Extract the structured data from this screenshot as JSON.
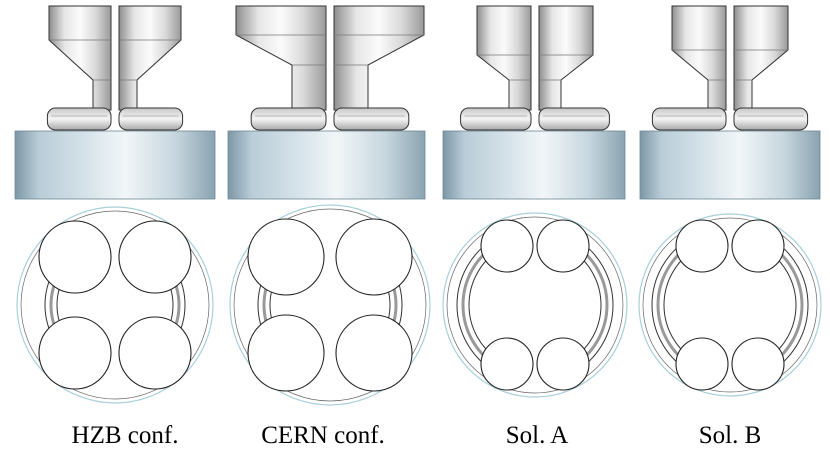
{
  "figure": {
    "panels": [
      {
        "id": "hzb",
        "label": "HZB conf."
      },
      {
        "id": "cern",
        "label": "CERN conf."
      },
      {
        "id": "sol-a",
        "label": "Sol. A"
      },
      {
        "id": "sol-b",
        "label": "Sol. B"
      }
    ],
    "colors": {
      "metal_light": "#f7f7f7",
      "metal_dark": "#8c8c8c",
      "outline": "#333333",
      "base_blue": "#a9c0cc",
      "ring_cyan": "#a8d0d8"
    }
  }
}
